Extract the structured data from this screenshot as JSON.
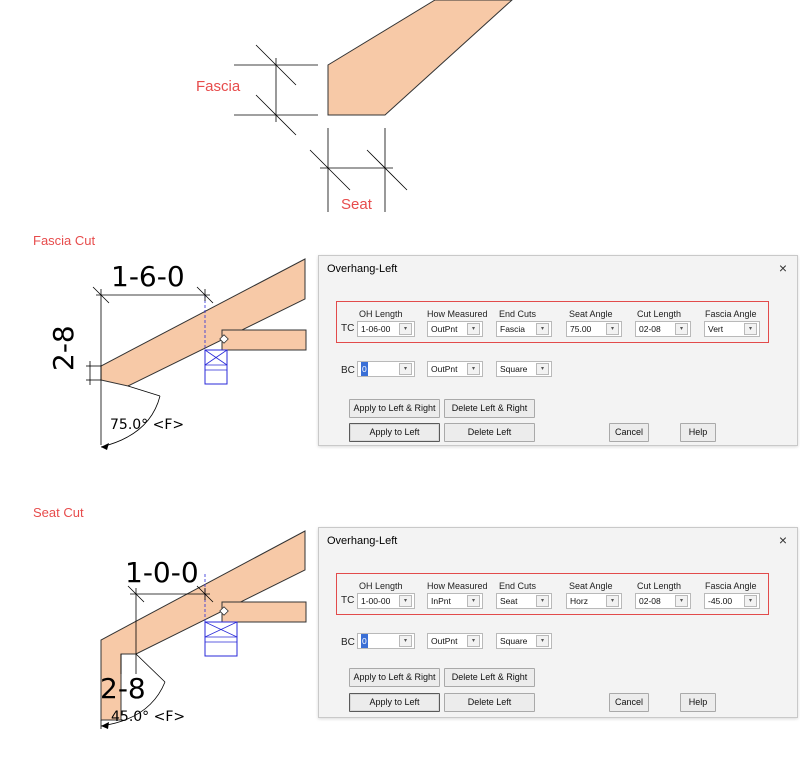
{
  "top_diagram": {
    "fascia_label": "Fascia",
    "seat_label": "Seat"
  },
  "sections": [
    {
      "title": "Fascia Cut",
      "figure": {
        "length_dim": "1-6-0",
        "height_dim": "2-8",
        "angle_label": "75.0° <F>"
      },
      "dialog": {
        "title": "Overhang-Left",
        "close": "×",
        "headers": {
          "oh_length": "OH Length",
          "how_measured": "How Measured",
          "end_cuts": "End Cuts",
          "seat_angle": "Seat Angle",
          "cut_length": "Cut Length",
          "fascia_angle": "Fascia Angle"
        },
        "tc": {
          "label": "TC",
          "oh_length": "1-06-00",
          "how_measured": "OutPnt",
          "end_cuts": "Fascia",
          "seat_angle": "75.00",
          "cut_length": "02-08",
          "fascia_angle": "Vert"
        },
        "bc": {
          "label": "BC",
          "oh_length": "0",
          "how_measured": "OutPnt",
          "end_cuts": "Square"
        },
        "buttons": {
          "apply_lr": "Apply to Left & Right",
          "delete_lr": "Delete Left & Right",
          "apply_left": "Apply to Left",
          "delete_left": "Delete Left",
          "cancel": "Cancel",
          "help": "Help"
        }
      }
    },
    {
      "title": "Seat Cut",
      "figure": {
        "length_dim": "1-0-0",
        "height_dim": "2-8",
        "angle_label": "45.0° <F>"
      },
      "dialog": {
        "title": "Overhang-Left",
        "close": "×",
        "headers": {
          "oh_length": "OH Length",
          "how_measured": "How Measured",
          "end_cuts": "End Cuts",
          "seat_angle": "Seat Angle",
          "cut_length": "Cut Length",
          "fascia_angle": "Fascia Angle"
        },
        "tc": {
          "label": "TC",
          "oh_length": "1-00-00",
          "how_measured": "InPnt",
          "end_cuts": "Seat",
          "seat_angle": "Horz",
          "cut_length": "02-08",
          "fascia_angle": "-45.00"
        },
        "bc": {
          "label": "BC",
          "oh_length": "0",
          "how_measured": "OutPnt",
          "end_cuts": "Square"
        },
        "buttons": {
          "apply_lr": "Apply to Left & Right",
          "delete_lr": "Delete Left & Right",
          "apply_left": "Apply to Left",
          "delete_left": "Delete Left",
          "cancel": "Cancel",
          "help": "Help"
        }
      }
    }
  ],
  "colors": {
    "lumber": "#f7c9a7",
    "accent_red": "#e74c4c",
    "highlight_box": "#e24b4b",
    "bearing_blue": "#2a2ad8"
  }
}
